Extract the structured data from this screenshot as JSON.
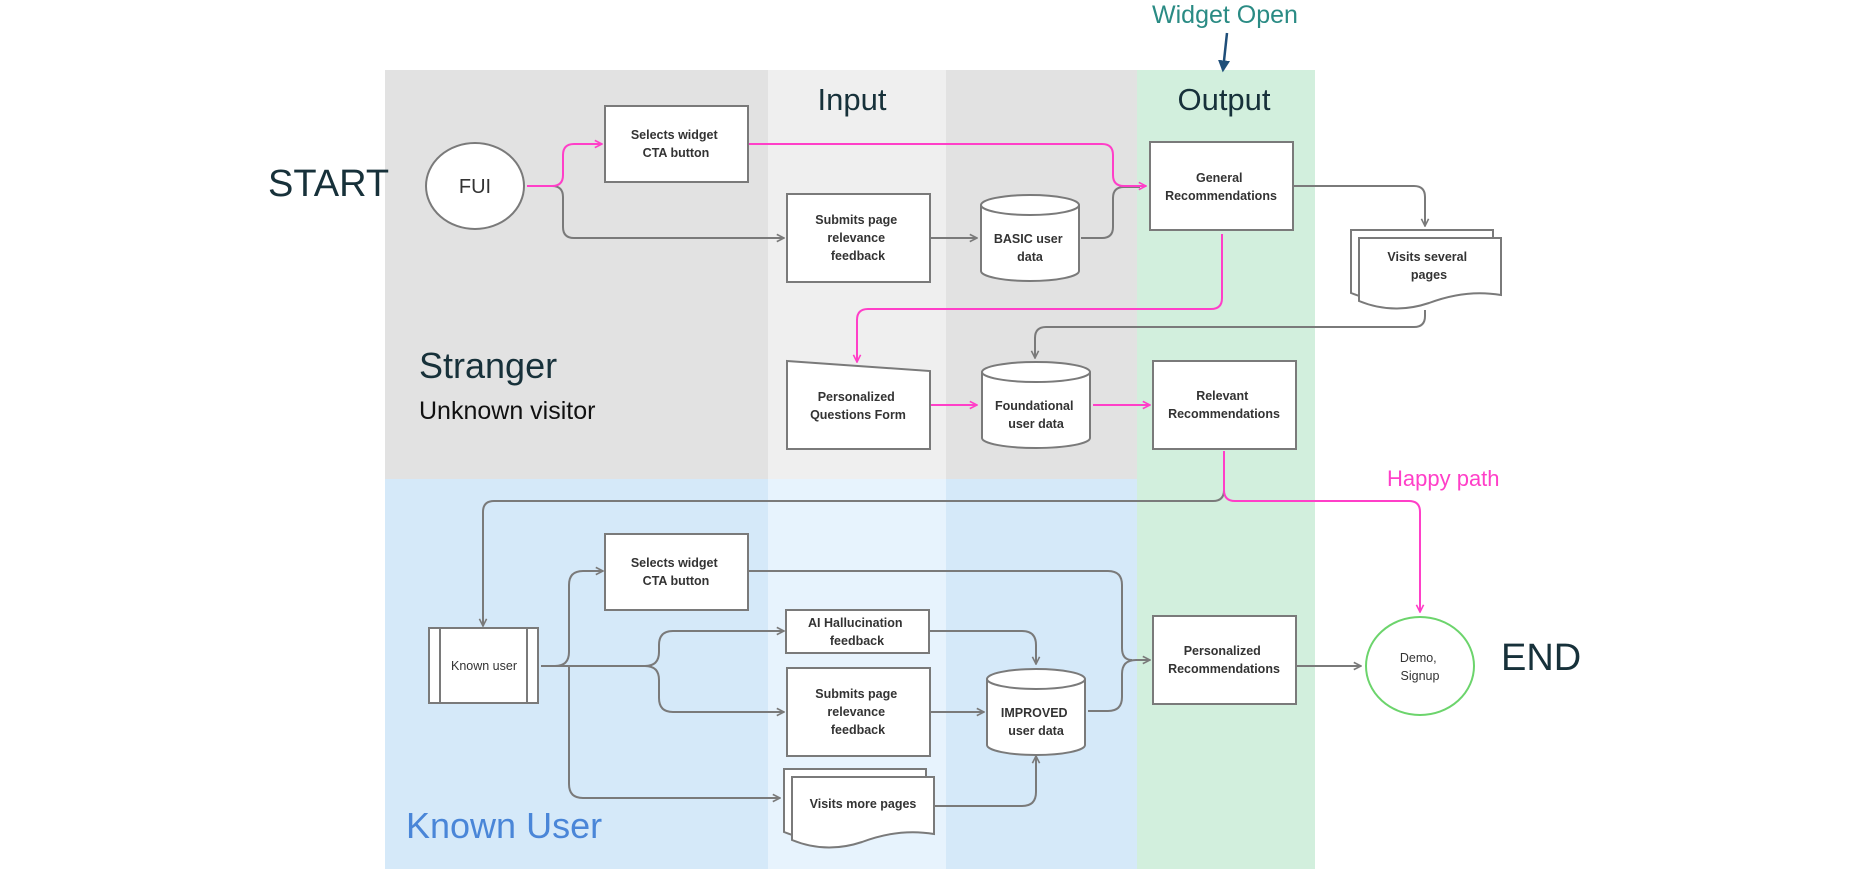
{
  "annotations": {
    "widget_open": "Widget Open",
    "start": "START",
    "end": "END",
    "happy_path": "Happy path"
  },
  "columns": {
    "input": "Input",
    "output": "Output"
  },
  "lanes": {
    "stranger_title": "Stranger",
    "stranger_subtitle": "Unknown visitor",
    "known_user_title": "Known User"
  },
  "nodes": {
    "fui": "FUI",
    "selects_widget_1": [
      "Selects widget",
      "CTA button"
    ],
    "submits_page_1": [
      "Submits page",
      "relevance",
      "feedback"
    ],
    "basic_user_data": [
      "BASIC user",
      "data"
    ],
    "general_recommendations": [
      "General",
      "Recommendations"
    ],
    "visits_several_pages": [
      "Visits several",
      "pages"
    ],
    "personalized_questions_form": [
      "Personalized",
      "Questions Form"
    ],
    "foundational_user_data": [
      "Foundational",
      "user data"
    ],
    "relevant_recommendations": [
      "Relevant",
      "Recommendations"
    ],
    "known_user": "Known user",
    "selects_widget_2": [
      "Selects widget",
      "CTA button"
    ],
    "ai_hallucination_feedback": [
      "AI Hallucination",
      "feedback"
    ],
    "submits_page_2": [
      "Submits page",
      "relevance",
      "feedback"
    ],
    "visits_more_pages": "Visits more pages",
    "improved_user_data": [
      "IMPROVED",
      "user data"
    ],
    "personalized_recommendations": [
      "Personalized",
      "Recommendations"
    ],
    "demo_signup": [
      "Demo,",
      "Signup"
    ]
  },
  "colors": {
    "stranger_lane": "#e2e2e2",
    "stranger_input_col": "#efefef",
    "known_lane": "#d5e9f9",
    "known_input_col": "#e7f3fd",
    "output_col": "#d2efdd",
    "highlight_path": "#ff3fc8",
    "widget_open_text": "#2a8b84",
    "arrow_dark_blue": "#1f4e79",
    "known_user_title": "#4a86d8",
    "demo_circle": "#6cd46c"
  }
}
